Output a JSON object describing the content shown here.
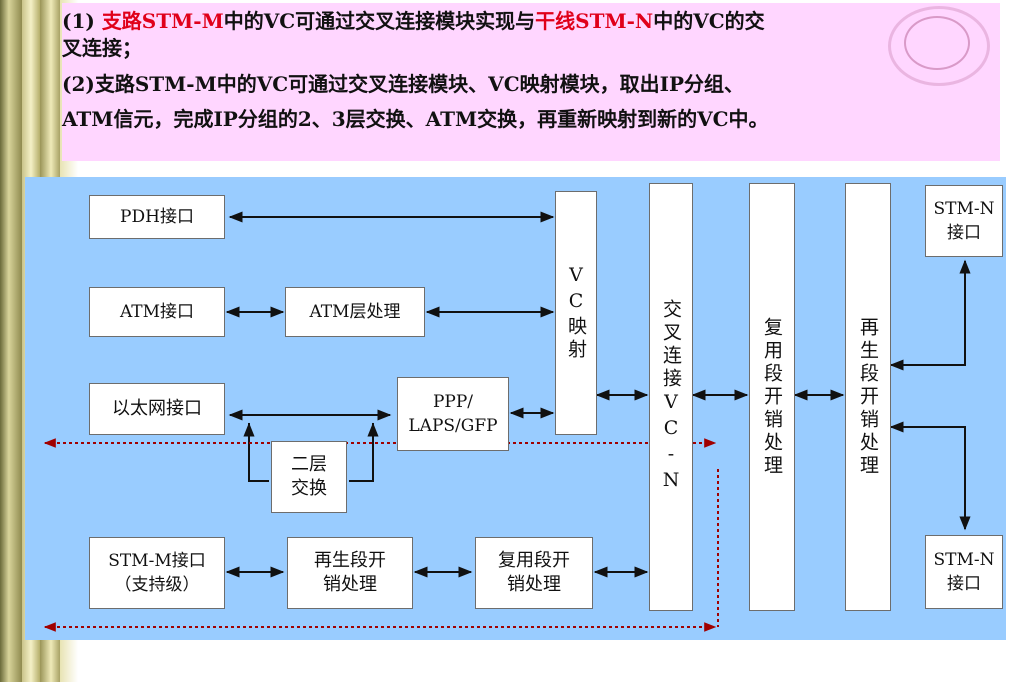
{
  "text_panel": {
    "line1_prefix": "(1) ",
    "line1_red1": "支路STM-M",
    "line1_mid": "中的VC可通过交叉连接模块实现与",
    "line1_red2": "干线STM-N",
    "line1_end": "中的VC的交",
    "line2": "叉连接；",
    "line3": "(2)支路STM-M中的VC可通过交叉连接模块、VC映射模块，取出IP分组、",
    "line4": "ATM信元，完成IP分组的2、3层交换、ATM交换，再重新映射到新的VC中。"
  },
  "diagram": {
    "pdh_interface": "PDH接口",
    "atm_interface": "ATM接口",
    "atm_layer": "ATM层处理",
    "ethernet_interface": "以太网接口",
    "ppp_line1": "PPP/",
    "ppp_line2": "LAPS/GFP",
    "layer2_line1": "二层",
    "layer2_line2": "交换",
    "stm_m_line1": "STM-M接口",
    "stm_m_line2": "（支持级）",
    "regen_left_line1": "再生段开",
    "regen_left_line2": "销处理",
    "mux_left_line1": "复用段开",
    "mux_left_line2": "销处理",
    "vc_map": "VC映射",
    "cross_connect": "交叉连接VC-N",
    "mux_section": "复用段开销处理",
    "regen_section": "再生段开销处理",
    "stm_n_top_line1": "STM-N",
    "stm_n_top_line2": "接口",
    "stm_n_bottom_line1": "STM-N",
    "stm_n_bottom_line2": "接口"
  },
  "colors": {
    "panel_bg": "#ffd6ff",
    "diagram_bg": "#99ccff",
    "highlight_text": "#e0001a",
    "dotted_path": "#a00000"
  }
}
